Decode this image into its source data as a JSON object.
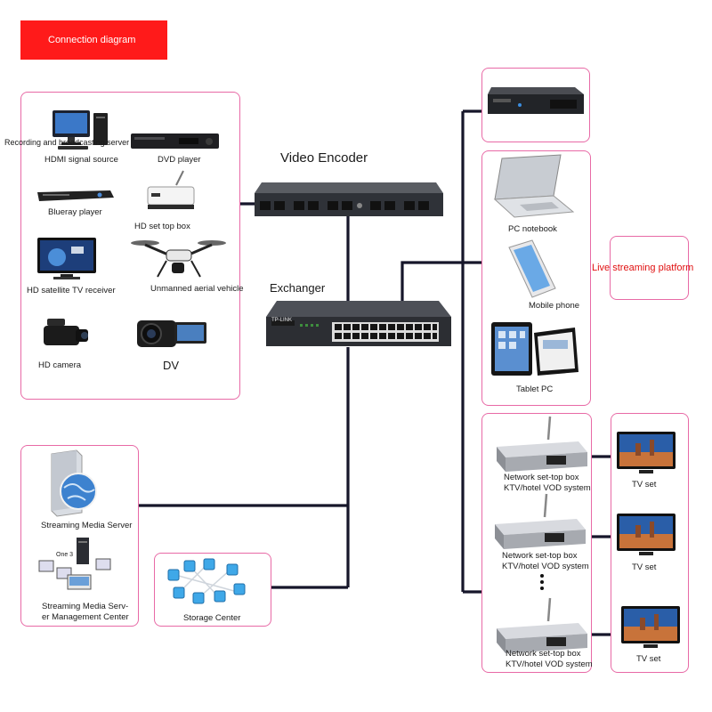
{
  "title": "Connection diagram",
  "colors": {
    "title_bg": "#ff1a1a",
    "box_border": "#e86aa6",
    "line": "#16162a",
    "live_text": "#e01010"
  },
  "sources": {
    "overlap_text": "Recording and broadcasting server",
    "items": [
      "HDMI signal source",
      "DVD player",
      "Blueray player",
      "HD set top box",
      "HD satellite TV receiver",
      "Unmanned aerial vehicle",
      "HD camera",
      "DV"
    ]
  },
  "encoder": {
    "label": "Video Encoder"
  },
  "switch": {
    "label": "Exchanger",
    "brand": "TP-LINK"
  },
  "server_rack": {
    "label": ""
  },
  "devices": {
    "notebook": "PC notebook",
    "phone": "Mobile phone",
    "tablet": "Tablet PC"
  },
  "live": {
    "label": "Live streaming platform"
  },
  "streaming": {
    "server": "Streaming Media Server",
    "one3": "One 3",
    "mgmt_line1": "Streaming Media Serv-",
    "mgmt_line2": "er Management Center"
  },
  "storage": {
    "label": "Storage Center"
  },
  "stb": {
    "line1": "Network set-top box",
    "line2": "KTV/hotel VOD system"
  },
  "tv": {
    "label": "TV set"
  }
}
